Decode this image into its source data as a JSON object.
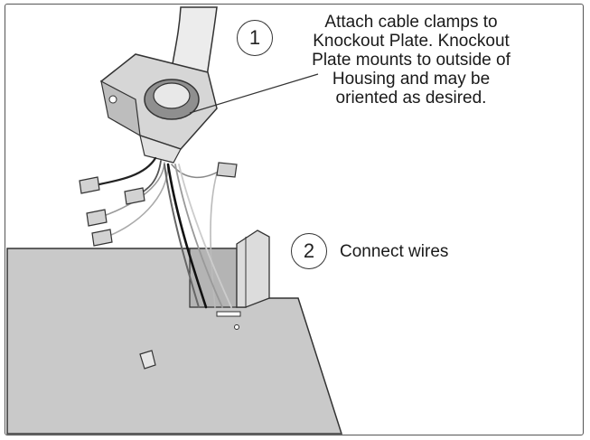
{
  "steps": [
    {
      "number": "1",
      "text": "Attach cable clamps to\nKnockout Plate. Knockout\nPlate mounts to outside of\nHousing and may be\noriented as desired."
    },
    {
      "number": "2",
      "text": "Connect wires"
    }
  ],
  "colors": {
    "housing": "#c8c8c8",
    "outline": "#333333",
    "cable": "#ececec"
  }
}
